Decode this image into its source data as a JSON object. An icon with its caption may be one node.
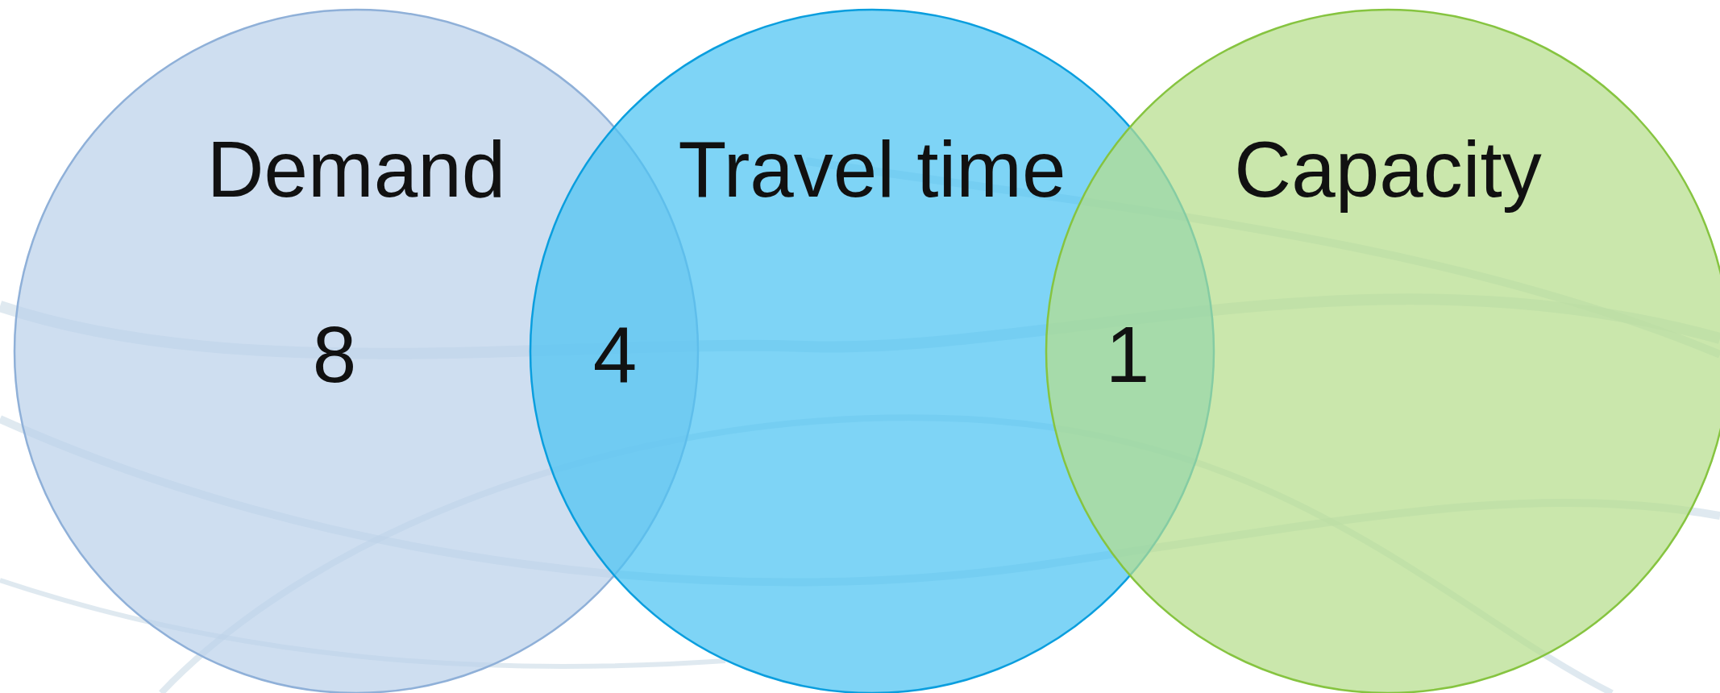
{
  "diagram": {
    "nodes": [
      {
        "text": [
          "Demand"
        ]
      },
      {
        "text": [
          "Travel time"
        ]
      },
      {
        "text": [
          "Capacity"
        ]
      }
    ],
    "labels": [
      "8",
      "4",
      "1"
    ]
  }
}
